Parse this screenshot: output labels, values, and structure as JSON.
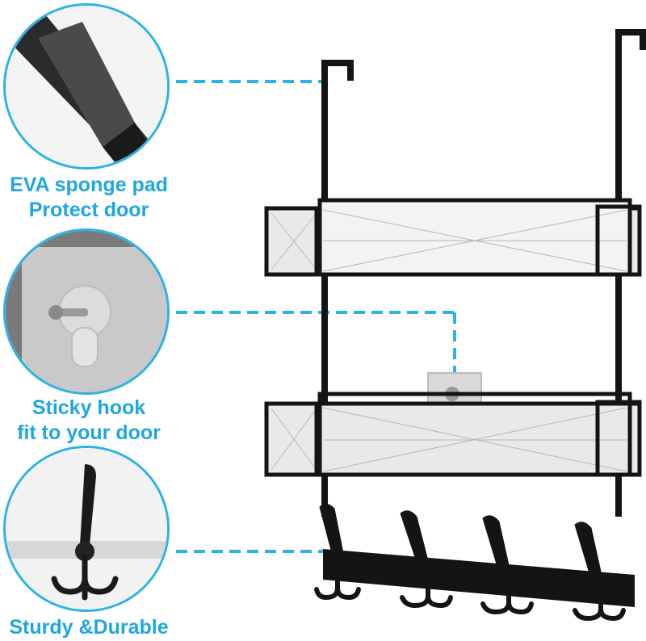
{
  "features": [
    {
      "line1": "EVA sponge pad",
      "line2": "Protect door",
      "icon": "sponge-pad-closeup"
    },
    {
      "line1": "Sticky hook",
      "line2": "fit to your door",
      "icon": "sticky-hook-closeup"
    },
    {
      "line1": "Sturdy &Durable",
      "line2": "",
      "icon": "triple-hook-closeup"
    }
  ],
  "colors": {
    "accent": "#1fa6e0",
    "circle_border": "#2bb3e6",
    "metal": "#141414"
  }
}
